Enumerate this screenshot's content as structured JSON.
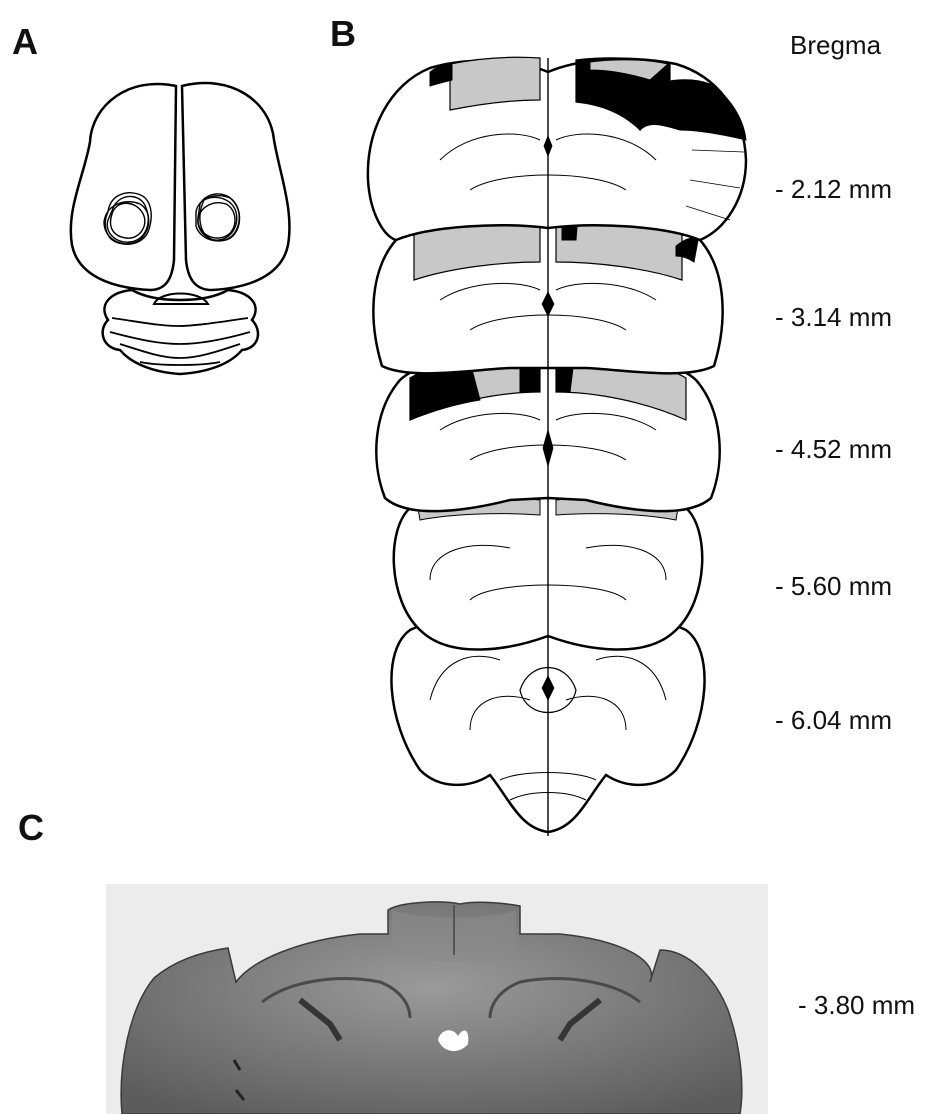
{
  "panels": {
    "a_label": "A",
    "b_label": "B",
    "c_label": "C"
  },
  "panel_b": {
    "title": "Bregma",
    "levels": [
      "- 2.12 mm",
      "- 3.14 mm",
      "- 4.52 mm",
      "- 5.60 mm",
      "- 6.04 mm"
    ]
  },
  "panel_c": {
    "level": "- 3.80 mm"
  },
  "colors": {
    "lesion_max": "#000000",
    "lesion_min": "#c8c8c8",
    "outline": "#000000",
    "photo_bg": "#ececec",
    "photo_tissue": "#6a6a6a"
  }
}
